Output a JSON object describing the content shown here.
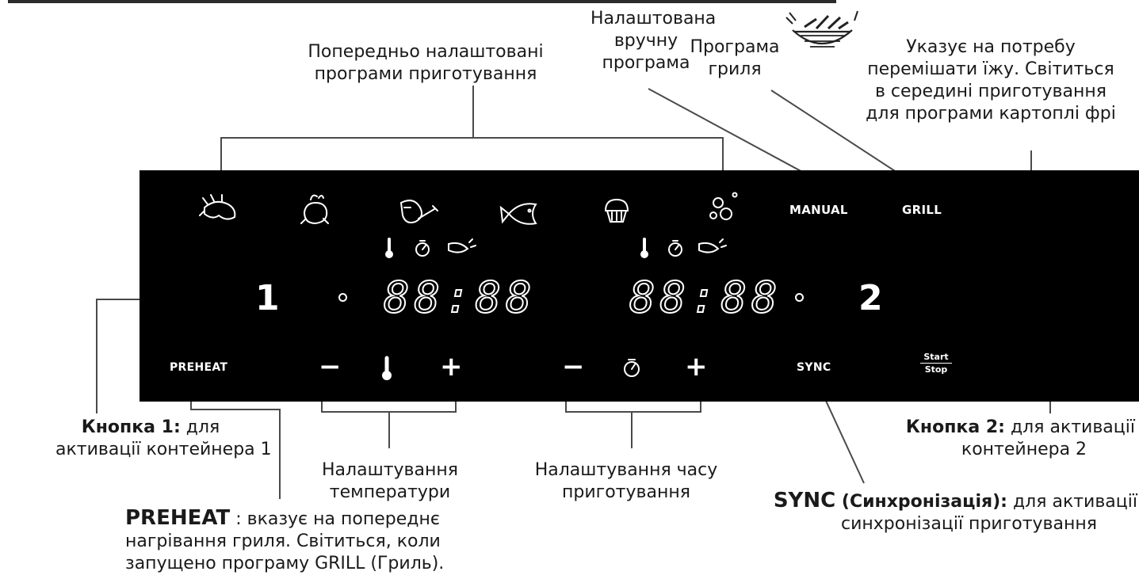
{
  "captions": {
    "preset_programs": "Попередньо налаштовані програми приготування",
    "preset_programs_l1": "Попередньо налаштовані",
    "preset_programs_l2": "програми приготування",
    "manual_l1": "Налаштована",
    "manual_l2": "вручну",
    "manual_l3": "програма",
    "grill_l1": "Програма",
    "grill_l2": "гриля",
    "shake_l1": "Указує на потребу",
    "shake_l2": "перемішати їжу. Світиться",
    "shake_l3": "в середині приготування",
    "shake_l4": "для програми картоплі фрі",
    "button1_bold": "Кнопка 1:",
    "button1_rest": " для",
    "button1_l2": "активації контейнера 1",
    "temp_l1": "Налаштування",
    "temp_l2": "температури",
    "time_l1": "Налаштування часу",
    "time_l2": "приготування",
    "button2_bold": "Кнопка 2:",
    "button2_rest": " для активації",
    "button2_l2": "контейнера 2",
    "sync_bold": "SYNC",
    "sync_bold2": " (Синхронізація):",
    "sync_rest": " для активації",
    "sync_l2": "синхронізації приготування",
    "preheat_bold": "PREHEAT",
    "preheat_rest": " : вказує на попереднє",
    "preheat_l2": "нагрівання гриля. Світиться, коли",
    "preheat_l3": "запущено програму GRILL (Гриль)."
  },
  "panel": {
    "manual": "MANUAL",
    "grill": "GRILL",
    "preheat": "PREHEAT",
    "sync": "SYNC",
    "start": "Start",
    "stop": "Stop",
    "slot1": "1",
    "slot2": "2",
    "display1": "88:88",
    "display2": "88:88",
    "minus": "−",
    "plus": "+",
    "icons": [
      "shrimp-icon",
      "chicken-icon",
      "drumstick-icon",
      "fish-icon",
      "cake-icon",
      "vegetables-icon",
      "thermometer-icon",
      "timer-icon",
      "shake-icon",
      "shaking-basket-icon"
    ]
  },
  "colors": {
    "panel": "#000000",
    "panel_text": "#ffffff",
    "caption_text": "#1a1a1a",
    "leader": "#555555"
  }
}
